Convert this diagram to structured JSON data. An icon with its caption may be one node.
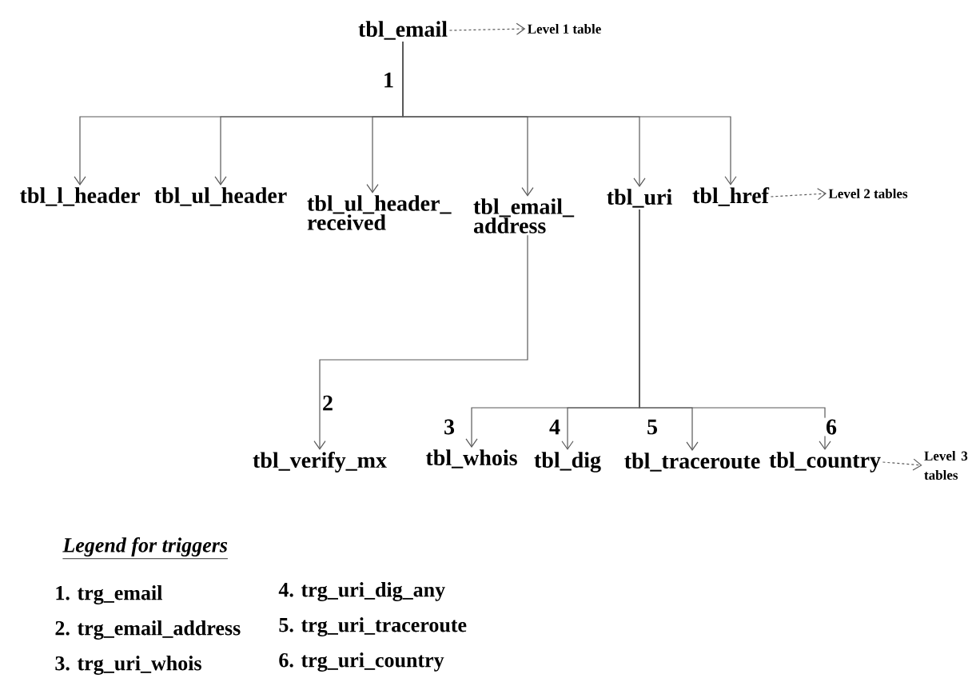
{
  "diagram": {
    "nodes": [
      {
        "text": [
          "tbl_email"
        ]
      },
      {
        "text": [
          "Level 1 table"
        ]
      },
      {
        "text": [
          "tbl_l_header"
        ]
      },
      {
        "text": [
          "tbl_ul_header"
        ]
      },
      {
        "text": [
          "tbl_ul_header_ received"
        ]
      },
      {
        "text": [
          "tbl_email_ address"
        ]
      },
      {
        "text": [
          "tbl_uri"
        ]
      },
      {
        "text": [
          "tbl_href"
        ]
      },
      {
        "text": [
          "Level 2 tables"
        ]
      },
      {
        "text": [
          "tbl_verify_mx"
        ]
      },
      {
        "text": [
          "tbl_whois"
        ]
      },
      {
        "text": [
          "tbl_dig"
        ]
      },
      {
        "text": [
          "tbl_traceroute"
        ]
      },
      {
        "text": [
          "tbl_country"
        ]
      },
      {
        "text": [
          "Level 3 tables"
        ]
      }
    ],
    "edges": [
      {
        "from": 0,
        "to": 1,
        "arrow": "to",
        "style": "dashed"
      },
      {
        "from": 0,
        "to": 2,
        "arrow": "to",
        "label": "1"
      },
      {
        "from": 0,
        "to": 3,
        "arrow": "to"
      },
      {
        "from": 0,
        "to": 4,
        "arrow": "to"
      },
      {
        "from": 0,
        "to": 5,
        "arrow": "to"
      },
      {
        "from": 0,
        "to": 6,
        "arrow": "to"
      },
      {
        "from": 0,
        "to": 7,
        "arrow": "to"
      },
      {
        "from": 7,
        "to": 8,
        "arrow": "to",
        "style": "dashed"
      },
      {
        "from": 5,
        "to": 9,
        "arrow": "to",
        "label": "2"
      },
      {
        "from": 6,
        "to": 10,
        "arrow": "to",
        "label": "3"
      },
      {
        "from": 6,
        "to": 11,
        "arrow": "to",
        "label": "4"
      },
      {
        "from": 6,
        "to": 12,
        "arrow": "to",
        "label": "5"
      },
      {
        "from": 6,
        "to": 13,
        "arrow": "to",
        "label": "6"
      },
      {
        "from": 13,
        "to": 14,
        "arrow": "to",
        "style": "dashed"
      }
    ],
    "labels": [
      "Legend for triggers",
      "1. trg_email",
      "4. trg_uri_dig_any",
      "2. trg_email_address",
      "5. trg_uri_traceroute",
      "3. trg_uri_whois",
      "6. trg_uri_country"
    ]
  }
}
